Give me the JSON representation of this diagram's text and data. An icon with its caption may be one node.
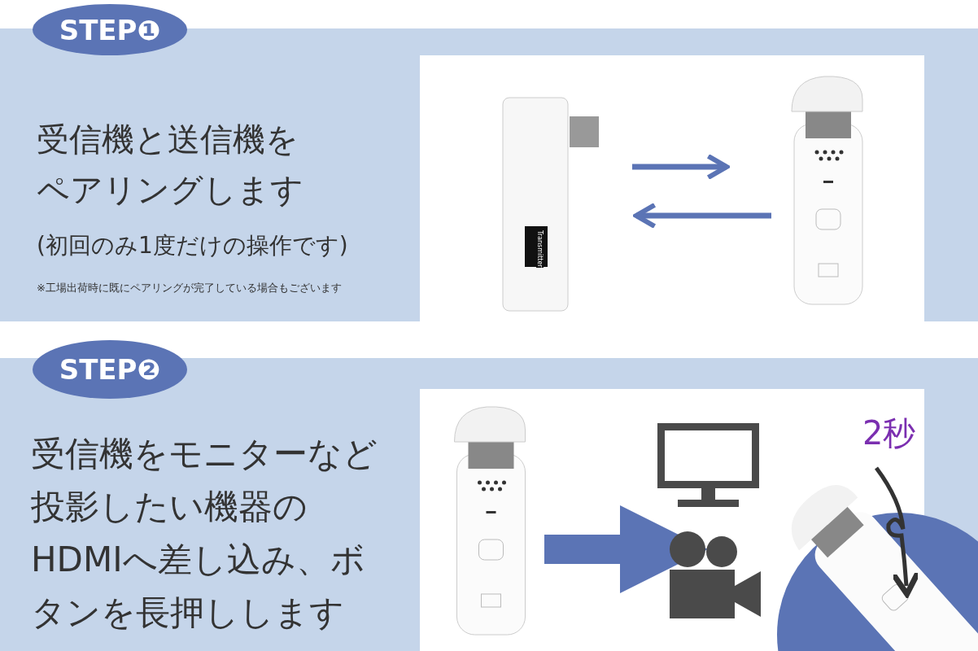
{
  "diagram": {
    "nodes": [
      {
        "text": [
          "STEP❶"
        ]
      },
      {
        "text": [],
        "shape": "picture"
      },
      {
        "text": [],
        "shape": "picture"
      },
      {
        "text": [
          "STEP❷"
        ]
      },
      {
        "text": [],
        "shape": "picture"
      },
      {
        "text": [],
        "shape": "picture"
      },
      {
        "text": [],
        "shape": "picture"
      },
      {
        "text": [],
        "shape": "picture",
        "beside": [
          "2秒"
        ]
      }
    ],
    "edges": [
      {
        "from": 1,
        "to": 2,
        "arrow": "to"
      },
      {
        "from": 2,
        "to": 1,
        "arrow": "to"
      },
      {
        "from": 4,
        "to": 5,
        "arrow": "to",
        "style": "thick"
      },
      {
        "from": 4,
        "to": 6,
        "arrow": "to",
        "style": "thick"
      }
    ],
    "labels": [
      "受信機と送信機をペアリングします",
      "(初回のみ1度だけの操作です)",
      "※工場出荷時に既にペアリングが完了している場合もございます",
      "Transmitter",
      "受信機をモニターなど投影したい機器のHDMIへ差し込み、ボタンを長押しします"
    ]
  }
}
